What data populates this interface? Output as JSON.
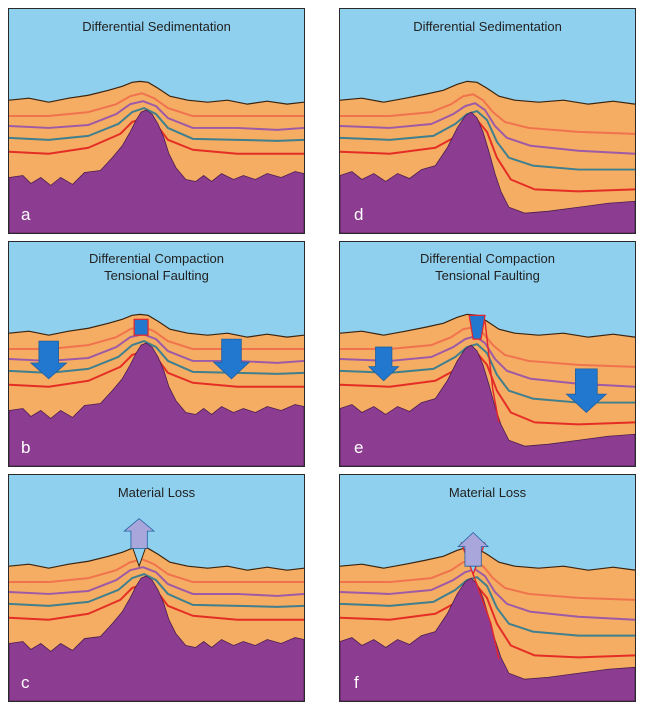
{
  "colors": {
    "sky": "#8fd0ee",
    "sediment": "#f5ac63",
    "basement": "#8c3d91",
    "layer_orange": "#f0734e",
    "layer_purple": "#9d5aa6",
    "layer_teal": "#3f7f8e",
    "layer_red": "#e42e25",
    "arrow_blue": "#2277cf",
    "fault_red": "#e3242b"
  },
  "panels": [
    {
      "id": "a",
      "letter": "a",
      "title": [
        "Differential Sedimentation"
      ],
      "setting": "symmetric-high",
      "arrows": "none"
    },
    {
      "id": "d",
      "letter": "d",
      "title": [
        "Differential Sedimentation"
      ],
      "setting": "asymmetric-high",
      "arrows": "none"
    },
    {
      "id": "b",
      "letter": "b",
      "title": [
        "Differential Compaction",
        "Tensional Faulting"
      ],
      "setting": "symmetric-high",
      "arrows": "compaction-down"
    },
    {
      "id": "e",
      "letter": "e",
      "title": [
        "Differential Compaction",
        "Tensional Faulting"
      ],
      "setting": "asymmetric-high",
      "arrows": "compaction-down"
    },
    {
      "id": "c",
      "letter": "c",
      "title": [
        "Material Loss"
      ],
      "setting": "symmetric-high",
      "arrows": "loss-up"
    },
    {
      "id": "f",
      "letter": "f",
      "title": [
        "Material Loss"
      ],
      "setting": "asymmetric-high",
      "arrows": "loss-up"
    }
  ]
}
